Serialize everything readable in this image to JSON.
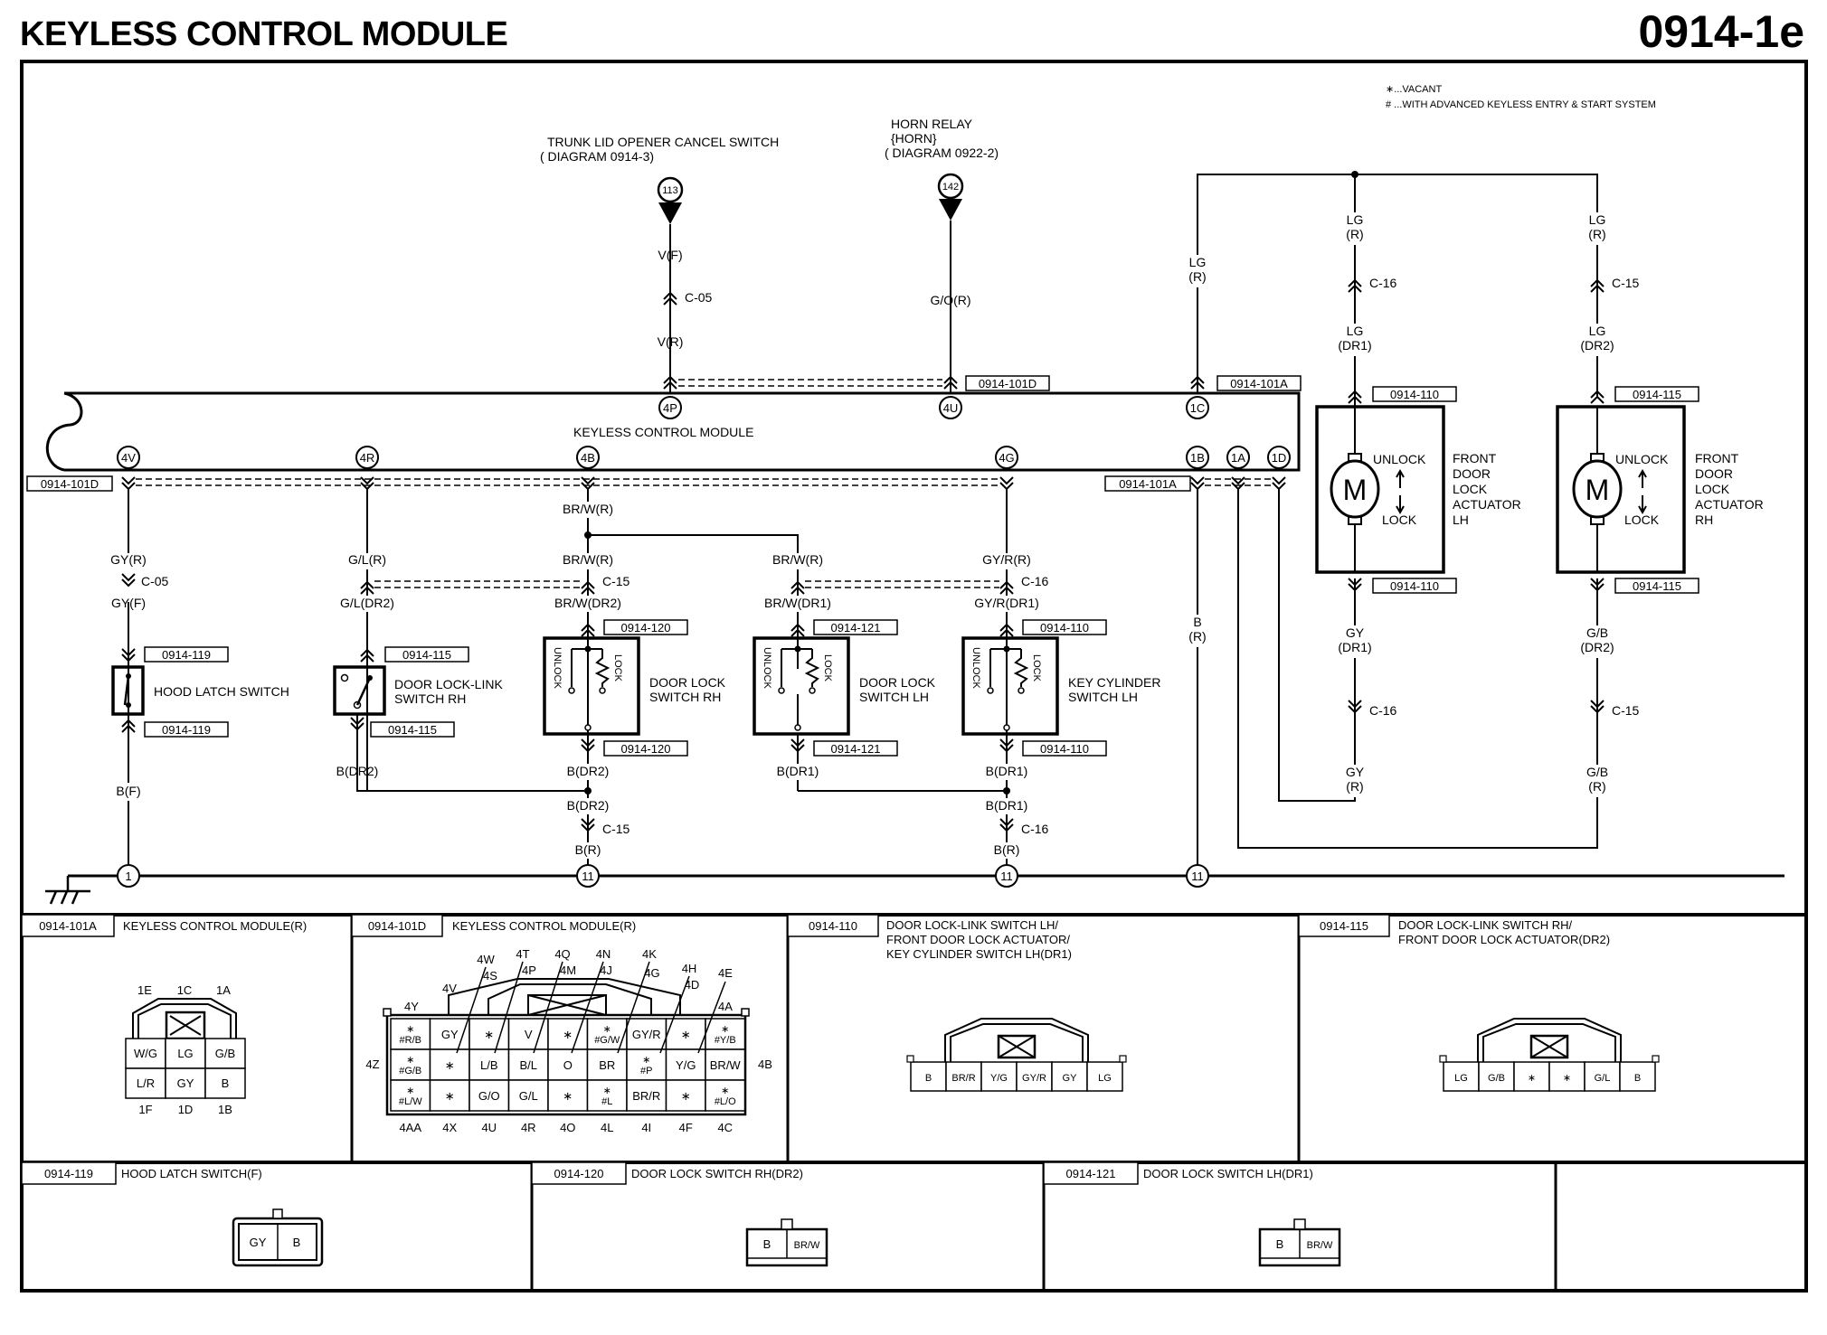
{
  "header": {
    "title": "KEYLESS CONTROL MODULE",
    "page_code": "0914-1e"
  },
  "legend": {
    "vacant": "∗...VACANT",
    "advanced": "# ...WITH ADVANCED KEYLESS ENTRY & START SYSTEM"
  },
  "module": {
    "label": "KEYLESS CONTROL MODULE"
  },
  "external": {
    "trunk": {
      "line1": "TRUNK LID OPENER CANCEL SWITCH",
      "line2": "( DIAGRAM 0914-3)",
      "ref": "113"
    },
    "horn": {
      "line1": "HORN RELAY",
      "line2": "{HORN}",
      "line3": "( DIAGRAM 0922-2)",
      "ref": "142"
    }
  },
  "pins": {
    "p4P": "4P",
    "p4U": "4U",
    "p1C": "1C",
    "p4V": "4V",
    "p4R": "4R",
    "p4B": "4B",
    "p4G": "4G",
    "p1B": "1B",
    "p1A": "1A",
    "p1D": "1D"
  },
  "connector_refs": {
    "r101D_top": "0914-101D",
    "r101A_top": "0914-101A",
    "r101D_left": "0914-101D",
    "r101A_right": "0914-101A",
    "r119a": "0914-119",
    "r119b": "0914-119",
    "r115a": "0914-115",
    "r115b": "0914-115",
    "r120a": "0914-120",
    "r120b": "0914-120",
    "r121a": "0914-121",
    "r121b": "0914-121",
    "r110a": "0914-110",
    "r110b": "0914-110",
    "r110c": "0914-110",
    "r110d": "0914-110",
    "r115c": "0914-115",
    "r115d": "0914-115"
  },
  "wires": {
    "vF": "V(F)",
    "c05a": "C-05",
    "vR": "V(R)",
    "goR": "G/O(R)",
    "lgR1a": "LG",
    "lgR1b": "(R)",
    "lgR2a": "LG",
    "lgR2b": "(R)",
    "c16a": "C-16",
    "lgDR1a": "LG",
    "lgDR1b": "(DR1)",
    "lgR3a": "LG",
    "lgR3b": "(R)",
    "c15a": "C-15",
    "lgDR2a": "LG",
    "lgDR2b": "(DR2)",
    "gyR": "GY(R)",
    "c05b": "C-05",
    "gyF": "GY(F)",
    "bF": "B(F)",
    "glR": "G/L(R)",
    "glDR2": "G/L(DR2)",
    "bDR2a": "B(DR2)",
    "brwR1": "BR/W(R)",
    "brwR2": "BR/W(R)",
    "c15b": "C-15",
    "brwDR2": "BR/W(DR2)",
    "bDR2b": "B(DR2)",
    "bDR2c": "B(DR2)",
    "c15c": "C-15",
    "bR1": "B(R)",
    "brwR3": "BR/W(R)",
    "brwDR1": "BR/W(DR1)",
    "bDR1a": "B(DR1)",
    "gyrR": "GY/R(R)",
    "c16b": "C-16",
    "gyrDR1": "GY/R(DR1)",
    "bDR1b": "B(DR1)",
    "bDR1c": "B(DR1)",
    "c16c": "C-16",
    "bR2": "B(R)",
    "bRa": "B",
    "bRb": "(R)",
    "gyDR1a": "GY",
    "gyDR1b": "(DR1)",
    "c16d": "C-16",
    "gyRa": "GY",
    "gyRb": "(R)",
    "gbDR2a": "G/B",
    "gbDR2b": "(DR2)",
    "c15d": "C-15",
    "gbRa": "G/B",
    "gbRb": "(R)"
  },
  "components": {
    "hood": "HOOD LATCH SWITCH",
    "dlls_rh": [
      "DOOR LOCK-LINK",
      "SWITCH RH"
    ],
    "dls_rh": [
      "DOOR LOCK",
      "SWITCH RH"
    ],
    "dls_lh": [
      "DOOR LOCK",
      "SWITCH LH"
    ],
    "kcs_lh": [
      "KEY CYLINDER",
      "SWITCH LH"
    ],
    "act_lh": [
      "FRONT",
      "DOOR",
      "LOCK",
      "ACTUATOR",
      "LH"
    ],
    "act_rh": [
      "FRONT",
      "DOOR",
      "LOCK",
      "ACTUATOR",
      "RH"
    ],
    "unlock": "UNLOCK",
    "lock": "LOCK",
    "motor": "M"
  },
  "grounds": {
    "g1": "1",
    "g11a": "11",
    "g11b": "11",
    "g11c": "11"
  },
  "panels": {
    "p101A": {
      "code": "0914-101A",
      "title": "KEYLESS CONTROL MODULE(R)",
      "top_pins": [
        "1E",
        "1C",
        "1A"
      ],
      "rows": [
        [
          "W/G",
          "LG",
          "G/B"
        ],
        [
          "L/R",
          "GY",
          "B"
        ]
      ],
      "bottom_pins": [
        "1F",
        "1D",
        "1B"
      ]
    },
    "p101D": {
      "code": "0914-101D",
      "title": "KEYLESS CONTROL MODULE(R)",
      "top_pins": [
        "4W",
        "4T",
        "4Q",
        "4N",
        "4K",
        "4S",
        "4P",
        "4M",
        "4J",
        "4G",
        "4H",
        "4D",
        "4E",
        "4V",
        "4Y",
        "4A"
      ],
      "side_left": "4Z",
      "side_right": "4B",
      "rows": [
        [
          "∗ #R/B",
          "GY",
          "∗",
          "V",
          "∗",
          "∗ #G/W",
          "GY/R",
          "∗",
          "∗ #Y/B"
        ],
        [
          "∗ #G/B",
          "∗",
          "L/B",
          "B/L",
          "O",
          "BR",
          "∗ #P",
          "Y/G",
          "BR/W"
        ],
        [
          "∗ #L/W",
          "∗",
          "G/O",
          "G/L",
          "∗",
          "∗ #L",
          "BR/R",
          "∗",
          "∗ #L/O"
        ]
      ],
      "bottom_pins": [
        "4AA",
        "4X",
        "4U",
        "4R",
        "4O",
        "4L",
        "4I",
        "4F",
        "4C"
      ]
    },
    "p110": {
      "code": "0914-110",
      "title": [
        "DOOR LOCK-LINK SWITCH LH/",
        "FRONT DOOR LOCK ACTUATOR/",
        "KEY CYLINDER SWITCH LH(DR1)"
      ],
      "cells": [
        "B",
        "BR/R",
        "Y/G",
        "GY/R",
        "GY",
        "LG"
      ]
    },
    "p115": {
      "code": "0914-115",
      "title": [
        "DOOR LOCK-LINK SWITCH RH/",
        "FRONT DOOR LOCK ACTUATOR(DR2)"
      ],
      "cells": [
        "LG",
        "G/B",
        "∗",
        "∗",
        "G/L",
        "B"
      ]
    },
    "p119": {
      "code": "0914-119",
      "title": "HOOD LATCH SWITCH(F)",
      "cells": [
        "GY",
        "B"
      ]
    },
    "p120": {
      "code": "0914-120",
      "title": "DOOR LOCK SWITCH RH(DR2)",
      "cells": [
        "B",
        "BR/W"
      ]
    },
    "p121": {
      "code": "0914-121",
      "title": "DOOR LOCK SWITCH LH(DR1)",
      "cells": [
        "B",
        "BR/W"
      ]
    }
  }
}
